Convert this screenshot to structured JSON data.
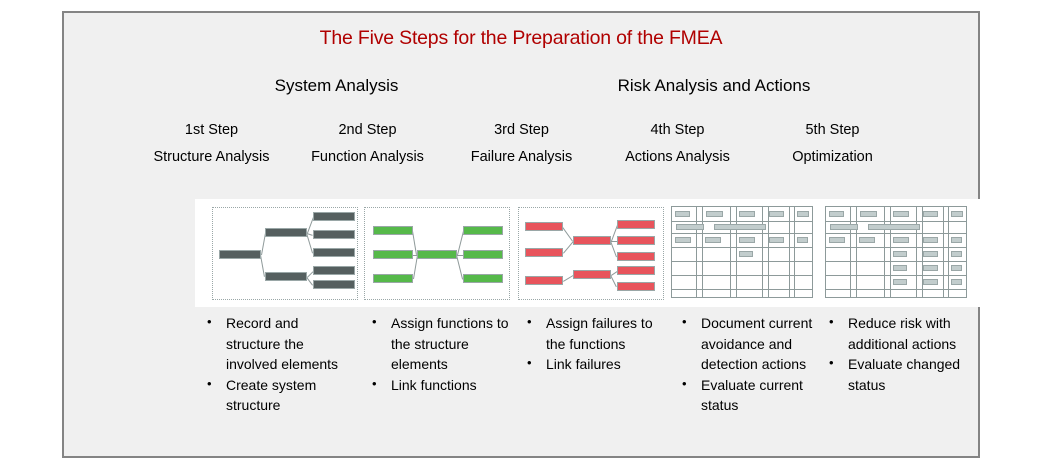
{
  "slide": {
    "title": "The Five Steps for the Preparation of the FMEA",
    "title_color": "#b00000",
    "background": "#f0f0f0",
    "border_color": "#848484"
  },
  "groups": [
    {
      "label": "System Analysis"
    },
    {
      "label": "Risk Analysis and Actions"
    }
  ],
  "steps": [
    {
      "number": "1st Step",
      "name": "Structure Analysis",
      "diagram": "structure-tree-thumbnail",
      "accent": "#555f5f",
      "bullets": [
        "Record and structure the involved elements",
        "Create system structure"
      ]
    },
    {
      "number": "2nd Step",
      "name": "Function Analysis",
      "diagram": "function-net-thumbnail",
      "accent": "#56b94a",
      "bullets": [
        "Assign functions to the structure elements",
        "Link functions"
      ]
    },
    {
      "number": "3rd Step",
      "name": "Failure Analysis",
      "diagram": "failure-net-thumbnail",
      "accent": "#e8545c",
      "bullets": [
        "Assign failures to the functions",
        "Link failures"
      ]
    },
    {
      "number": "4th Step",
      "name": "Actions Analysis",
      "diagram": "form-sheet-thumbnail",
      "accent": "#c2cdcd",
      "bullets": [
        "Document current avoidance and detection actions",
        "Evaluate current status"
      ]
    },
    {
      "number": "5th Step",
      "name": "Optimization",
      "diagram": "optimized-form-sheet-thumbnail",
      "accent": "#c2cdcd",
      "bullets": [
        "Reduce risk with additional actions",
        "Evaluate changed status"
      ]
    }
  ]
}
